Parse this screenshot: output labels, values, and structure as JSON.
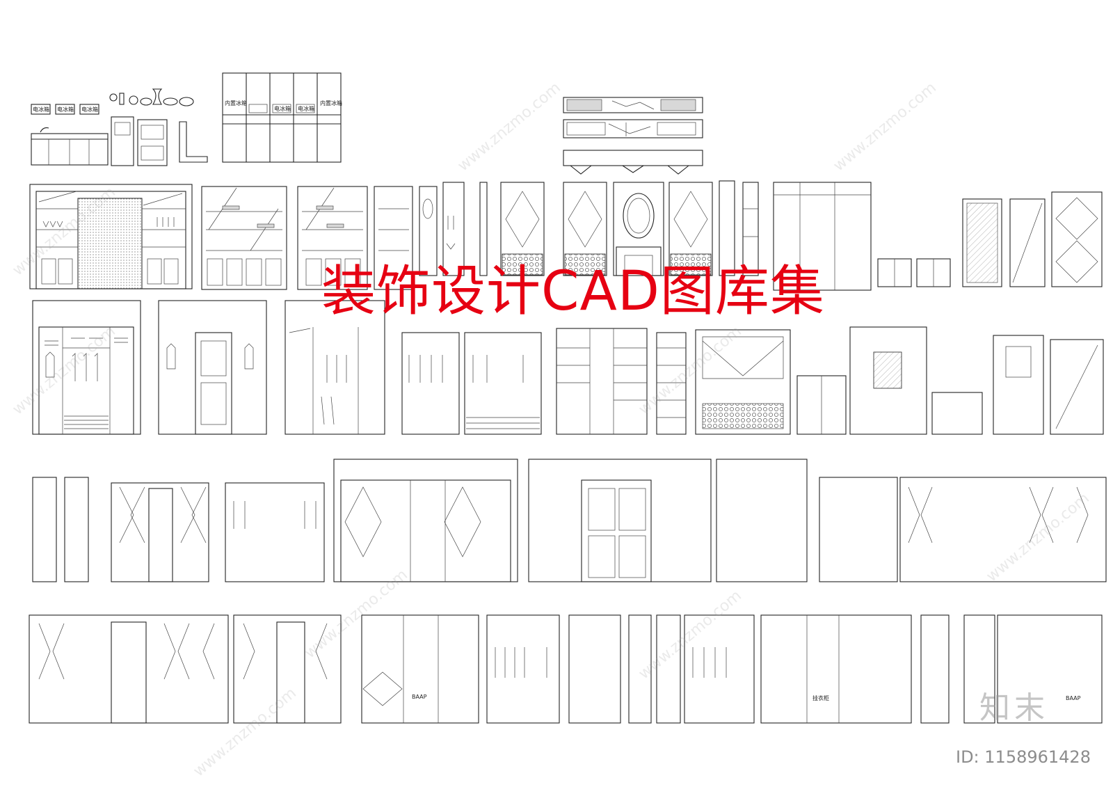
{
  "title": "装饰设计CAD图库集",
  "watermark_text": "www.znzmo.com",
  "logo_text": "知末",
  "id_label": "ID: 1158961428",
  "labels": {
    "fridge_left": "内置冰箱",
    "fridge_right": "内置冰箱",
    "appliance_1": "电冰箱",
    "appliance_2": "电冰箱",
    "appliance_3": "电冰箱",
    "appliance_4": "电冰箱",
    "appliance_5": "电冰箱",
    "bottom_tag_1": "BAAP",
    "bottom_tag_2": "BAAP",
    "bottom_tag_3": "挂衣柜"
  },
  "colors": {
    "title": "#e60012",
    "linework": "#222222",
    "watermark": "#a0a0a0",
    "id_text": "#8c8c8c"
  }
}
